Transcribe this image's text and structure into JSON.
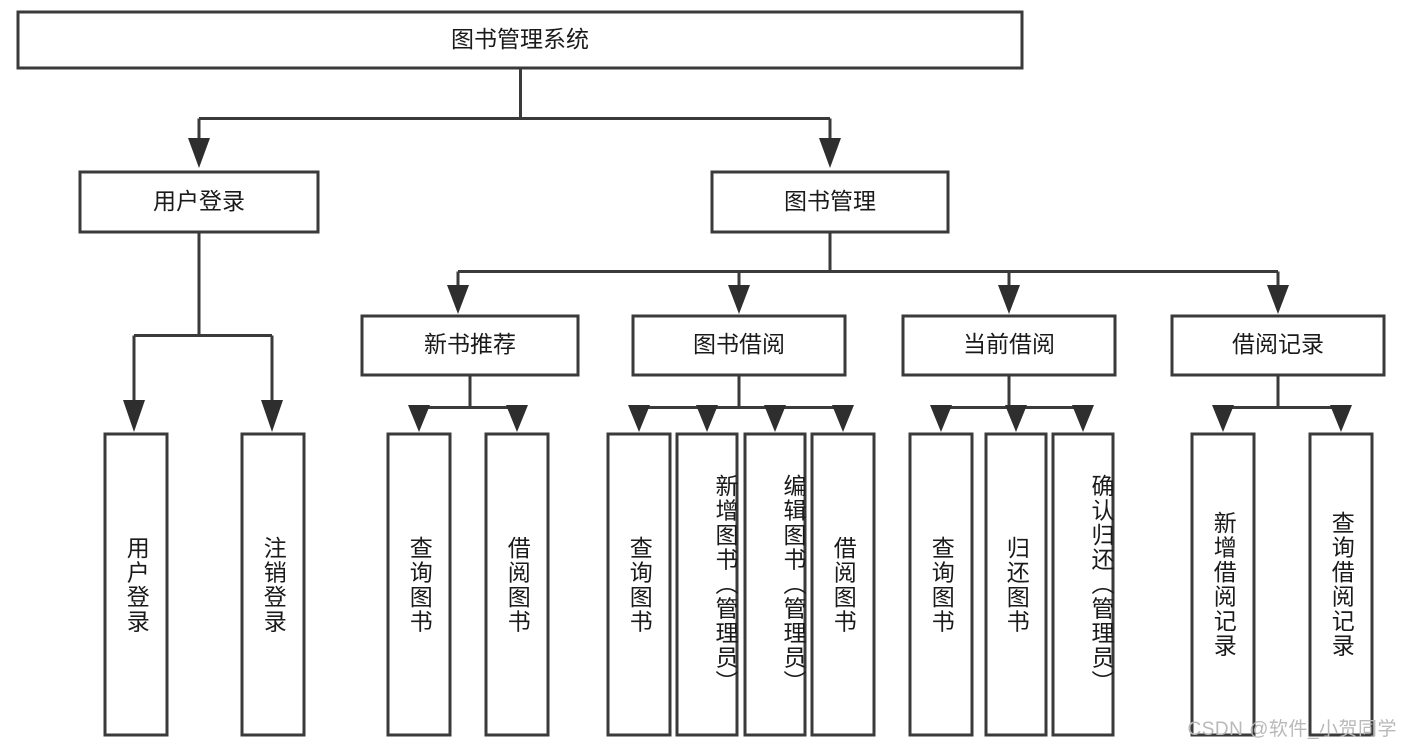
{
  "diagram": {
    "title": "图书管理系统",
    "type": "tree",
    "watermark": "CSDN @软件_小贺同学",
    "levels": {
      "root": {
        "label": "图书管理系统"
      },
      "level2": [
        {
          "id": "user-login",
          "label": "用户登录"
        },
        {
          "id": "book-management",
          "label": "图书管理"
        }
      ],
      "level3": [
        {
          "id": "new-book-recommend",
          "label": "新书推荐",
          "parent": "book-management"
        },
        {
          "id": "book-borrow",
          "label": "图书借阅",
          "parent": "book-management"
        },
        {
          "id": "current-borrow",
          "label": "当前借阅",
          "parent": "book-management"
        },
        {
          "id": "borrow-record",
          "label": "借阅记录",
          "parent": "book-management"
        }
      ],
      "leaves": [
        {
          "id": "leaf-user-login",
          "label": "用户登录",
          "parent": "user-login"
        },
        {
          "id": "leaf-logout",
          "label": "注销登录",
          "parent": "user-login"
        },
        {
          "id": "leaf-query-book-1",
          "label": "查询图书",
          "parent": "new-book-recommend"
        },
        {
          "id": "leaf-borrow-book-1",
          "label": "借阅图书",
          "parent": "new-book-recommend"
        },
        {
          "id": "leaf-query-book-2",
          "label": "查询图书",
          "parent": "book-borrow"
        },
        {
          "id": "leaf-add-book",
          "label": "新增图书（管理员）",
          "parent": "book-borrow"
        },
        {
          "id": "leaf-edit-book",
          "label": "编辑图书（管理员）",
          "parent": "book-borrow"
        },
        {
          "id": "leaf-borrow-book-2",
          "label": "借阅图书",
          "parent": "book-borrow"
        },
        {
          "id": "leaf-query-book-3",
          "label": "查询图书",
          "parent": "current-borrow"
        },
        {
          "id": "leaf-return-book",
          "label": "归还图书",
          "parent": "current-borrow"
        },
        {
          "id": "leaf-confirm-return",
          "label": "确认归还（管理员）",
          "parent": "current-borrow"
        },
        {
          "id": "leaf-add-record",
          "label": "新增借阅记录",
          "parent": "borrow-record"
        },
        {
          "id": "leaf-query-record",
          "label": "查询借阅记录",
          "parent": "borrow-record"
        }
      ]
    },
    "colors": {
      "stroke": "#3a3a3a",
      "fill": "#ffffff",
      "text": "#1a1a1a",
      "watermark": "#b9b9b9"
    }
  }
}
